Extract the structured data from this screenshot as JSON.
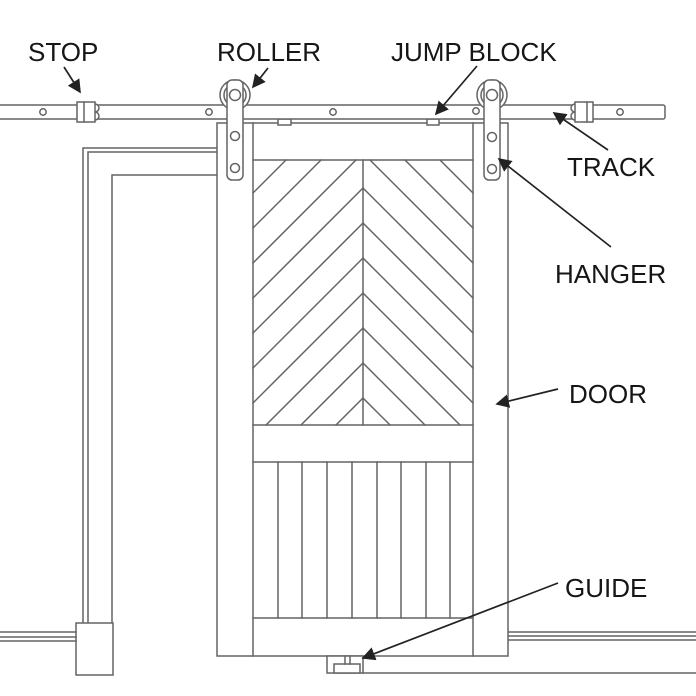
{
  "labels": {
    "stop": "STOP",
    "roller": "ROLLER",
    "jump_block": "JUMP BLOCK",
    "track": "TRACK",
    "hanger": "HANGER",
    "door": "DOOR",
    "guide": "GUIDE"
  },
  "colors": {
    "background": "#ffffff",
    "drawing_line": "#646464",
    "label_text": "#161616",
    "arrow": "#222222"
  }
}
